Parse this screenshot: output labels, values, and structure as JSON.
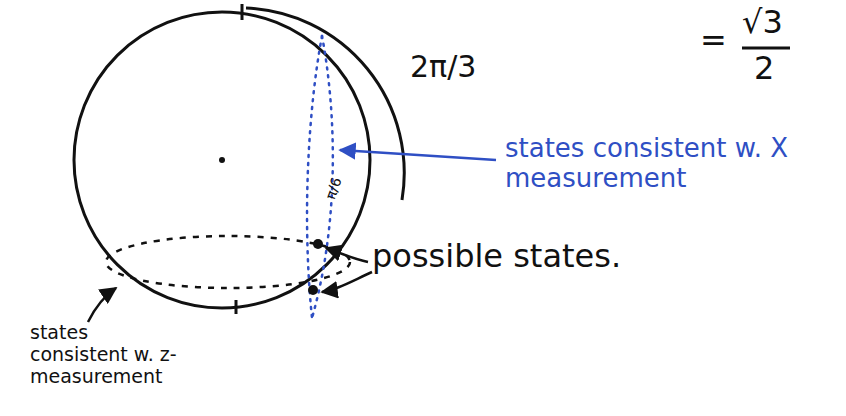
{
  "diagram": {
    "labels": [
      "=",
      "√3",
      "2",
      "2π/3",
      "π/6",
      "states consistent w. X measurement",
      "possible states.",
      "states consistent w. z-measurement"
    ]
  }
}
